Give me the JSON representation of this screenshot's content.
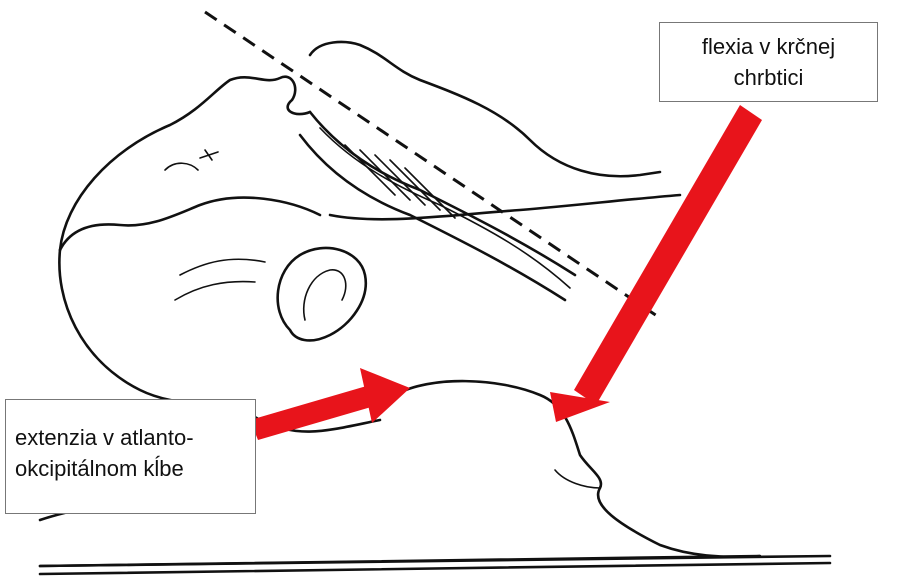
{
  "figure": {
    "labels": {
      "flexion": [
        "flexia v krčnej",
        "chrbtici"
      ],
      "extension": [
        "extenzia v atlanto-",
        "okcipitálnom kĺbe"
      ]
    },
    "colors": {
      "arrow": "#e8141b",
      "line": "#111111",
      "background": "#ffffff"
    }
  }
}
